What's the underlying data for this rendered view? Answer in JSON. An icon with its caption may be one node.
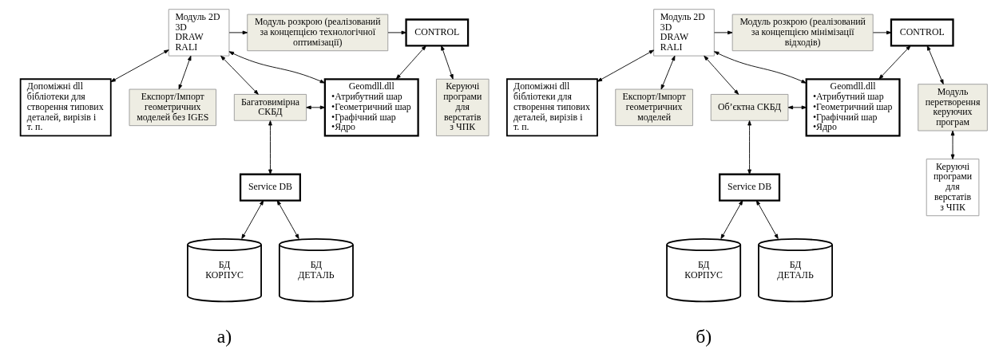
{
  "diagram": {
    "nodes": [
      {
        "text": [
          "Модуль 2D",
          "3D",
          "DRAW",
          "RALI"
        ]
      },
      {
        "text": [
          "Модуль розкрою (реалізований за концепцією технологічної оптимізації)"
        ]
      },
      {
        "text": [
          "CONTROL"
        ]
      },
      {
        "text": [
          "Експорт/Імпорт геометричних моделей без IGES"
        ]
      },
      {
        "text": [
          "Багатовимірна СКБД"
        ]
      },
      {
        "text": [
          "Geomdll.dll",
          "•Атрибутний шар",
          "•Геометричний шар",
          "•Графічний шар",
          "•Ядро"
        ]
      },
      {
        "text": [
          "Керуючі програми для верстатів з ЧПК"
        ]
      },
      {
        "text": [
          "Допоміжні dll бібліотеки для створення типових деталей, вирізів і т. п."
        ]
      },
      {
        "text": [
          "Service DB"
        ]
      },
      {
        "text": [
          "БД КОРПУС"
        ]
      },
      {
        "text": [
          "БД ДЕТАЛЬ"
        ]
      },
      {
        "text": [
          "Модуль 2D",
          "3D",
          "DRAW",
          "RALI"
        ]
      },
      {
        "text": [
          "Модуль розкрою (реалізований за концепцією мінімізації відходів)"
        ]
      },
      {
        "text": [
          "CONTROL"
        ]
      },
      {
        "text": [
          "Експорт/Імпорт геометричних моделей"
        ]
      },
      {
        "text": [
          "Об’єктна СКБД"
        ]
      },
      {
        "text": [
          "Geomdll.dll",
          "•Атрибутний шар",
          "•Геометричний шар",
          "•Графічний шар",
          "•Ядро"
        ]
      },
      {
        "text": [
          "Модуль перетворення керуючих програм"
        ]
      },
      {
        "text": [
          "Керуючі програми для верстатів з ЧПК"
        ]
      },
      {
        "text": [
          "Допоміжні dll бібліотеки для створення типових деталей, вирізів і т. п."
        ]
      },
      {
        "text": [
          "Service DB"
        ]
      },
      {
        "text": [
          "БД КОРПУС"
        ]
      },
      {
        "text": [
          "БД ДЕТАЛЬ"
        ]
      }
    ],
    "edges": [
      {
        "from": 0,
        "to": 1,
        "arrow": "to"
      },
      {
        "from": 1,
        "to": 2,
        "arrow": "to"
      },
      {
        "from": 3,
        "to": 0,
        "arrow": "both"
      },
      {
        "from": 0,
        "to": 4,
        "arrow": "both"
      },
      {
        "from": 0,
        "to": 5,
        "arrow": "both"
      },
      {
        "from": 0,
        "to": 7,
        "arrow": "both"
      },
      {
        "from": 2,
        "to": 5,
        "arrow": "both"
      },
      {
        "from": 2,
        "to": 6,
        "arrow": "both"
      },
      {
        "from": 4,
        "to": 5,
        "arrow": "both"
      },
      {
        "from": 4,
        "to": 8,
        "arrow": "both"
      },
      {
        "from": 8,
        "to": 9,
        "arrow": "both"
      },
      {
        "from": 8,
        "to": 10,
        "arrow": "both"
      },
      {
        "from": 11,
        "to": 12,
        "arrow": "to"
      },
      {
        "from": 12,
        "to": 13,
        "arrow": "to"
      },
      {
        "from": 14,
        "to": 11,
        "arrow": "both"
      },
      {
        "from": 11,
        "to": 15,
        "arrow": "both"
      },
      {
        "from": 11,
        "to": 16,
        "arrow": "both"
      },
      {
        "from": 11,
        "to": 19,
        "arrow": "both"
      },
      {
        "from": 13,
        "to": 16,
        "arrow": "both"
      },
      {
        "from": 13,
        "to": 17,
        "arrow": "both"
      },
      {
        "from": 17,
        "to": 18,
        "arrow": "both"
      },
      {
        "from": 15,
        "to": 16,
        "arrow": "both"
      },
      {
        "from": 15,
        "to": 20,
        "arrow": "both"
      },
      {
        "from": 20,
        "to": 21,
        "arrow": "both"
      },
      {
        "from": 20,
        "to": 22,
        "arrow": "both"
      }
    ],
    "labels": [
      "а)",
      "б)"
    ]
  }
}
